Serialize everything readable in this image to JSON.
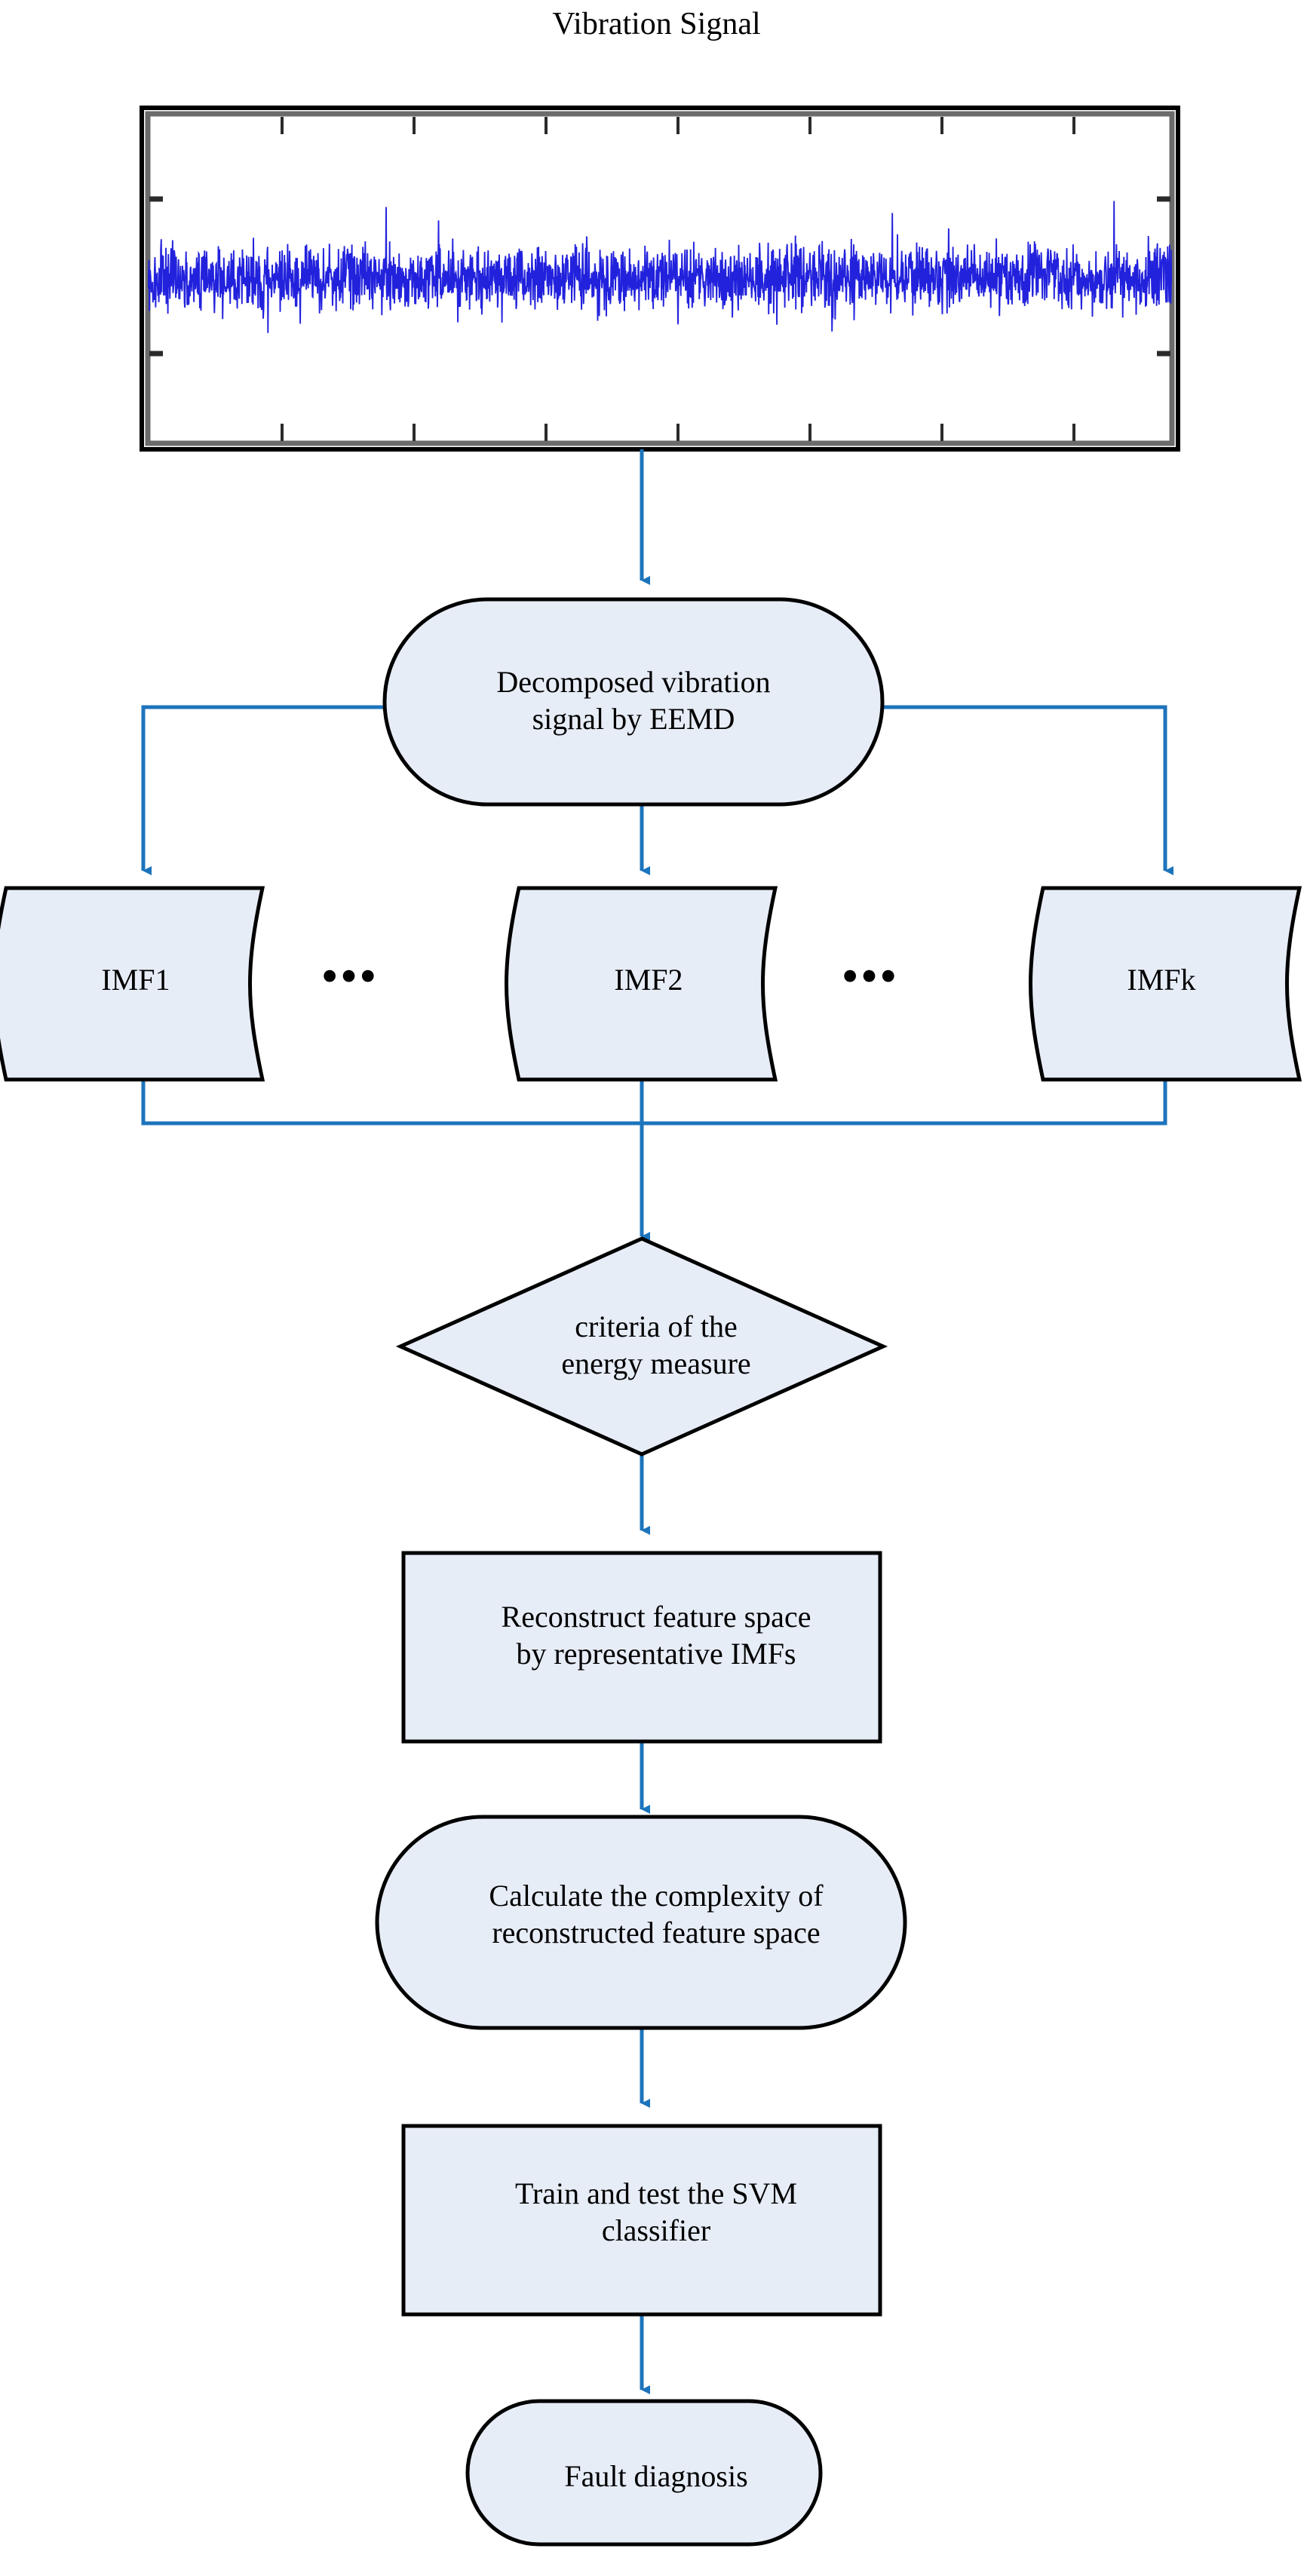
{
  "diagram": {
    "title": "Vibration Signal",
    "colors": {
      "node_fill": "#e7edf7",
      "node_stroke": "#000000",
      "connector": "#1c74bc",
      "signal_trace": "#2222dd",
      "plot_border": "#000000",
      "background": "#ffffff"
    },
    "signal_plot": {
      "name": "vibration-signal-plot",
      "trace_color": "#2222dd",
      "x_ticks": 7,
      "y_ticks": 2,
      "description": "Dense blue vibration time-series waveform"
    },
    "nodes": [
      {
        "id": "eemd",
        "shape": "stadium",
        "label": "Decomposed vibration\nsignal by EEMD"
      },
      {
        "id": "imf1",
        "shape": "tape",
        "label": "IMF1"
      },
      {
        "id": "imf2",
        "shape": "tape",
        "label": "IMF2"
      },
      {
        "id": "imfk",
        "shape": "tape",
        "label": "IMFk"
      },
      {
        "id": "criteria",
        "shape": "diamond",
        "label": "criteria of the\nenergy measure"
      },
      {
        "id": "reconstruct",
        "shape": "rect",
        "label": "Reconstruct feature space\nby representative IMFs"
      },
      {
        "id": "complexity",
        "shape": "stadium",
        "label": "Calculate the complexity of\nreconstructed feature space"
      },
      {
        "id": "svm",
        "shape": "rect",
        "label": "Train and test the SVM\nclassifier"
      },
      {
        "id": "fault",
        "shape": "stadium",
        "label": "Fault diagnosis"
      }
    ],
    "ellipsis": [
      {
        "id": "ellipsis-left",
        "label": "•••"
      },
      {
        "id": "ellipsis-right",
        "label": "•••"
      }
    ],
    "edges": [
      {
        "from": "vibration-signal-plot",
        "to": "eemd"
      },
      {
        "from": "eemd",
        "to": "imf1"
      },
      {
        "from": "eemd",
        "to": "imf2"
      },
      {
        "from": "eemd",
        "to": "imfk"
      },
      {
        "from": "imf1",
        "to": "criteria"
      },
      {
        "from": "imf2",
        "to": "criteria"
      },
      {
        "from": "imfk",
        "to": "criteria"
      },
      {
        "from": "criteria",
        "to": "reconstruct"
      },
      {
        "from": "reconstruct",
        "to": "complexity"
      },
      {
        "from": "complexity",
        "to": "svm"
      },
      {
        "from": "svm",
        "to": "fault"
      }
    ]
  }
}
